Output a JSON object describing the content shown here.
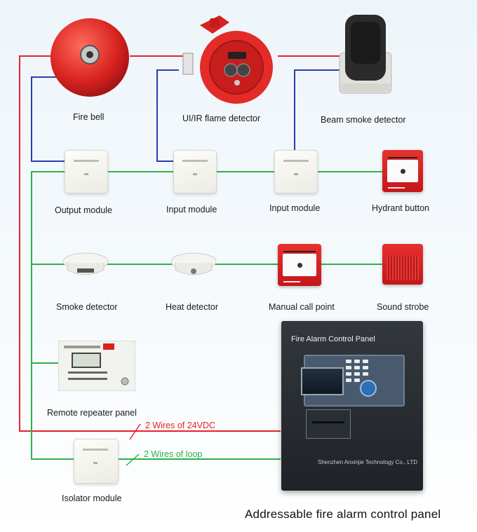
{
  "devices": {
    "fire_bell": "Fire bell",
    "flame_detector": "UI/IR flame detector",
    "beam_smoke_detector": "Beam smoke detector",
    "output_module": "Output module",
    "input_module_1": "Input module",
    "input_module_2": "Input module",
    "hydrant_button": "Hydrant button",
    "smoke_detector": "Smoke detector",
    "heat_detector": "Heat detector",
    "manual_call_point": "Manual call point",
    "sound_strobe": "Sound strobe",
    "remote_repeater_panel": "Remote repeater panel",
    "isolator_module": "Isolator module"
  },
  "wires": {
    "power": "2 Wires of 24VDC",
    "loop": "2 Wires of loop"
  },
  "panel": {
    "title": "Fire Alarm Control Panel",
    "company": "Shenzhen Anxinjie Technology Co., LTD"
  },
  "caption": "Addressable fire alarm control panel",
  "colors": {
    "power_wire": "#e8212b",
    "loop_wire": "#29b24a",
    "signal_wire": "#2a3fa8",
    "device_red": "#d8231f",
    "panel_body": "#2a2f35"
  }
}
